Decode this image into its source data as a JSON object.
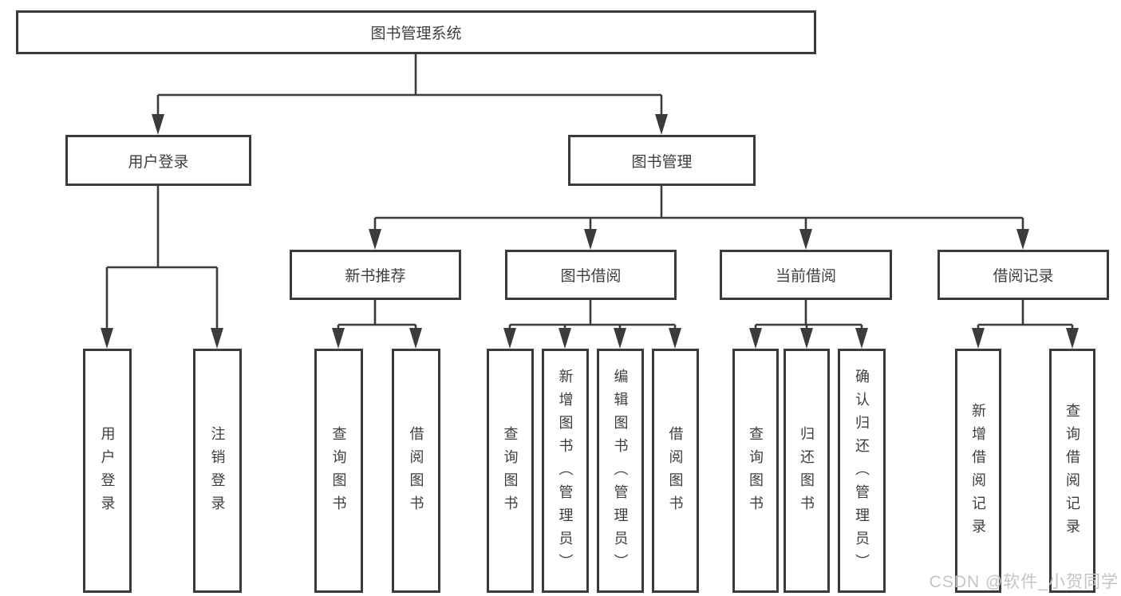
{
  "colors": {
    "line": "#3b3b3b",
    "box_border": "#3b3b3b",
    "text": "#3e3e3e",
    "background": "#ffffff",
    "watermark": "#c4c4c4"
  },
  "watermark": "CSDN @软件_小贺同学",
  "tree": {
    "label": "图书管理系统",
    "children": [
      {
        "label": "用户登录",
        "children": [
          {
            "label": "用户登录"
          },
          {
            "label": "注销登录"
          }
        ]
      },
      {
        "label": "图书管理",
        "children": [
          {
            "label": "新书推荐",
            "children": [
              {
                "label": "查询图书"
              },
              {
                "label": "借阅图书"
              }
            ]
          },
          {
            "label": "图书借阅",
            "children": [
              {
                "label": "查询图书"
              },
              {
                "label": "新增图书（管理员）"
              },
              {
                "label": "编辑图书（管理员）"
              },
              {
                "label": "借阅图书"
              }
            ]
          },
          {
            "label": "当前借阅",
            "children": [
              {
                "label": "查询图书"
              },
              {
                "label": "归还图书"
              },
              {
                "label": "确认归还（管理员）"
              }
            ]
          },
          {
            "label": "借阅记录",
            "children": [
              {
                "label": "新增借阅记录"
              },
              {
                "label": "查询借阅记录"
              }
            ]
          }
        ]
      }
    ]
  }
}
